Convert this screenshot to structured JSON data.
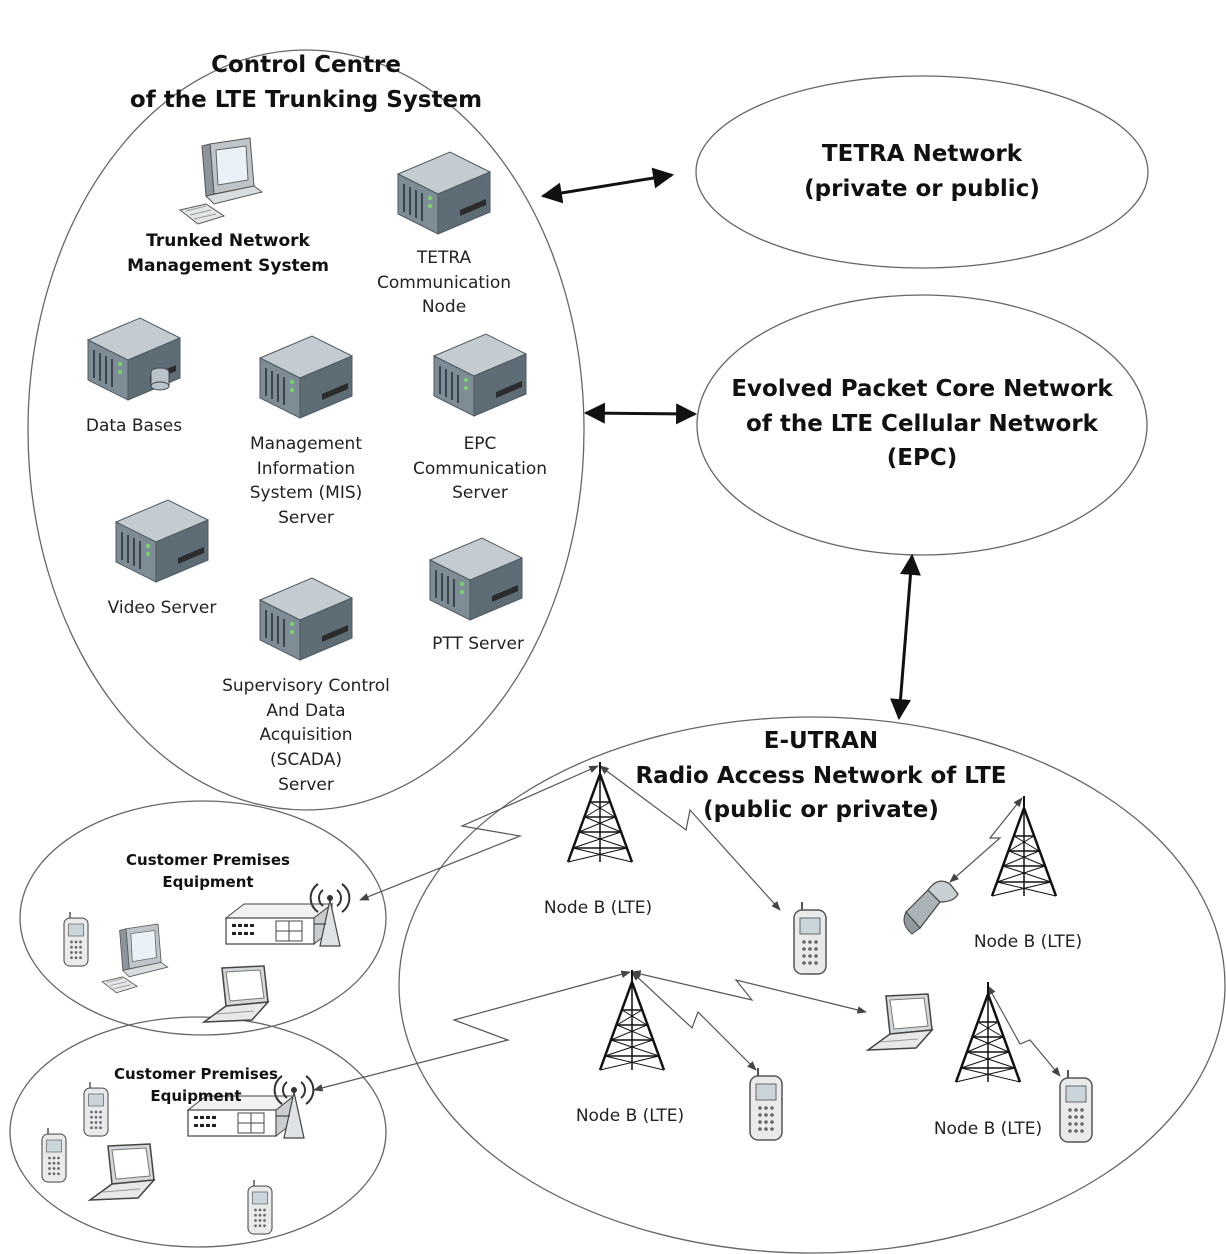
{
  "control_centre": {
    "title": "Control Centre\nof the LTE Trunking System",
    "tnms": "Trunked Network\nManagement System",
    "tetra_node": "TETRA\nCommunication\nNode",
    "data_bases": "Data Bases",
    "mis_server": "Management\nInformation\nSystem (MIS)\nServer",
    "epc_server": "EPC\nCommunication\nServer",
    "video_server": "Video Server",
    "ptt_server": "PTT Server",
    "scada_server": "Supervisory Control\nAnd Data\nAcquisition\n(SCADA)\nServer"
  },
  "tetra_network": {
    "title": "TETRA  Network\n(private or public)"
  },
  "epc_network": {
    "title": "Evolved Packet Core Network\nof the LTE Cellular Network\n(EPC)"
  },
  "eutran": {
    "title": "E-UTRAN\nRadio Access Network of LTE\n(public or private)",
    "node_b": [
      "Node B (LTE)",
      "Node B (LTE)",
      "Node B (LTE)",
      "Node B (LTE)"
    ]
  },
  "cpe": [
    "Customer Premises\nEquipment",
    "Customer Premises\nEquipment"
  ],
  "icons": [
    "computer-icon",
    "server-icon",
    "database-server-icon",
    "tower-icon",
    "mobile-phone-icon",
    "flip-phone-icon",
    "laptop-icon",
    "router-icon",
    "antenna-icon"
  ],
  "colors": {
    "line": "#333333",
    "server_body": "#7a8a94",
    "server_face": "#5b6b74"
  }
}
